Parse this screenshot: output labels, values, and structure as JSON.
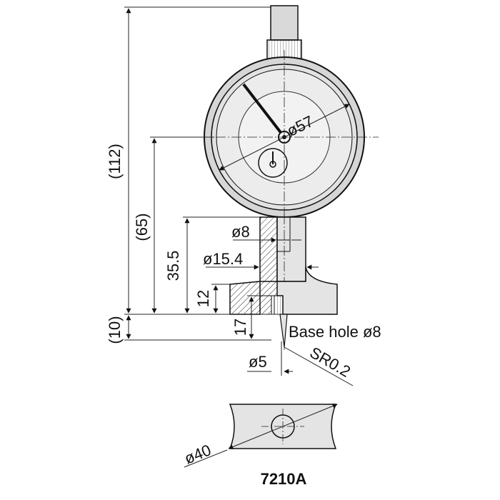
{
  "model": "7210A",
  "dimensions": {
    "overall_height": "(112)",
    "dial_center_height": "(65)",
    "stem_height": "35.5",
    "base_height": "12",
    "base_bottom": "(10)",
    "contact_length": "17",
    "dial_diameter": "ø57",
    "stem_diameter": "ø8",
    "collar_diameter": "ø15.4",
    "base_hole": "Base hole ø8",
    "contact_radius": "SR0.2",
    "contact_diameter": "ø5",
    "base_diameter": "ø40"
  }
}
